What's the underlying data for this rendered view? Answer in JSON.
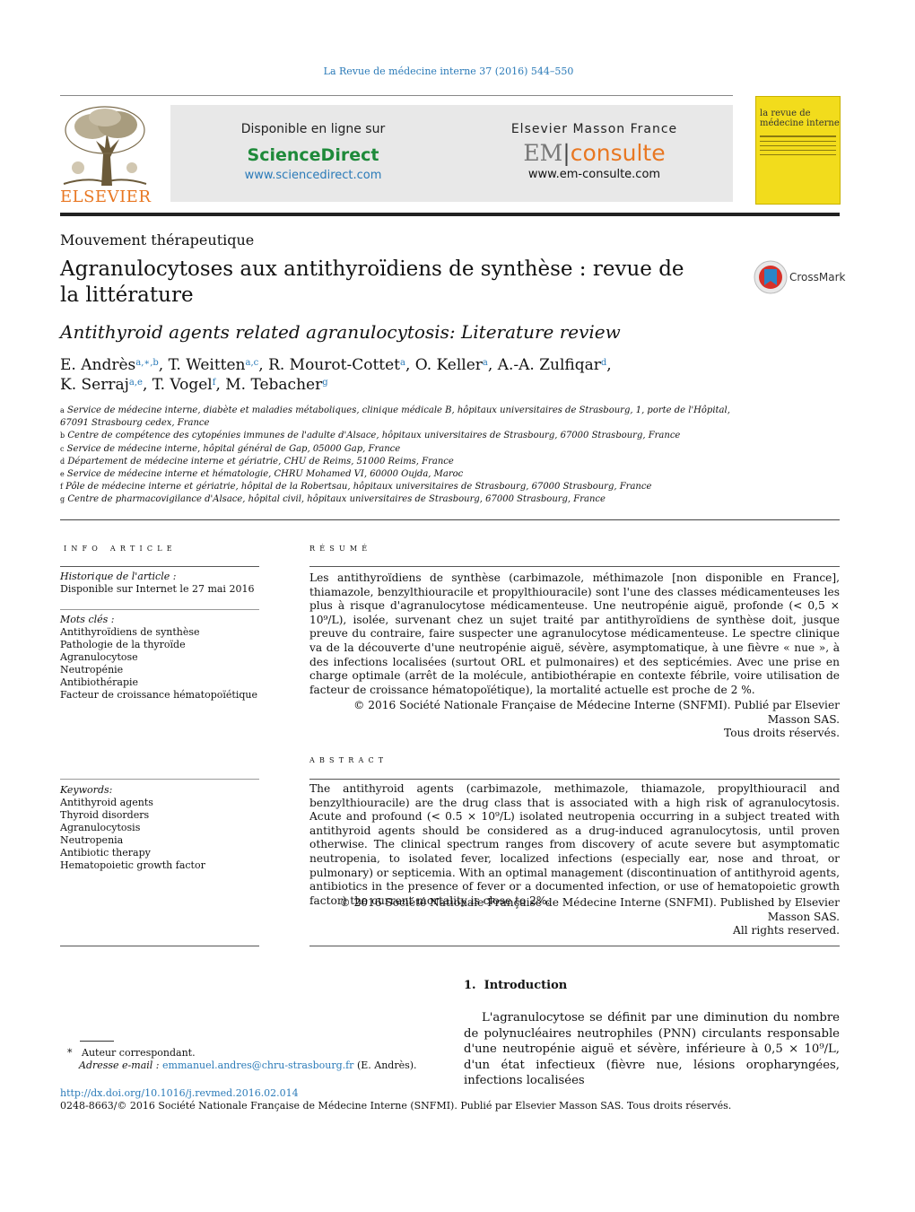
{
  "journal_ref": "La Revue de médecine interne 37 (2016) 544–550",
  "banner": {
    "left_line1": "Disponible en ligne sur",
    "left_brand": "ScienceDirect",
    "left_url": "www.sciencedirect.com",
    "right_line1": "Elsevier Masson France",
    "right_brand_a": "EM",
    "right_brand_b": "consulte",
    "right_url": "www.em-consulte.com"
  },
  "publisher_logo": "ELSEVIER",
  "cover": {
    "line1": "la revue de",
    "line2": "médecine interne"
  },
  "crossmark": "CrossMark",
  "section_type": "Mouvement thérapeutique",
  "title": "Agranulocytoses aux antithyroïdiens de synthèse : revue de la littérature",
  "subtitle": "Antithyroid agents related agranulocytosis: Literature review",
  "authors": [
    {
      "name": "E. Andrès",
      "sup": "a,∗,b"
    },
    {
      "name": "T. Weitten",
      "sup": "a,c"
    },
    {
      "name": "R. Mourot-Cottet",
      "sup": "a"
    },
    {
      "name": "O. Keller",
      "sup": "a"
    },
    {
      "name": "A.-A. Zulfiqar",
      "sup": "d"
    },
    {
      "name": "K. Serraj",
      "sup": "a,e"
    },
    {
      "name": "T. Vogel",
      "sup": "f"
    },
    {
      "name": "M. Tebacher",
      "sup": "g"
    }
  ],
  "affiliations": [
    {
      "key": "a",
      "text": "Service de médecine interne, diabète et maladies métaboliques, clinique médicale B, hôpitaux universitaires de Strasbourg, 1, porte de l'Hôpital,"
    },
    {
      "key": "",
      "text": "67091 Strasbourg cedex, France"
    },
    {
      "key": "b",
      "text": "Centre de compétence des cytopénies immunes de l'adulte d'Alsace, hôpitaux universitaires de Strasbourg, 67000 Strasbourg, France"
    },
    {
      "key": "c",
      "text": "Service de médecine interne, hôpital général de Gap, 05000 Gap, France"
    },
    {
      "key": "d",
      "text": "Département de médecine interne et gériatrie, CHU de Reims, 51000 Reims, France"
    },
    {
      "key": "e",
      "text": "Service de médecine interne et hématologie, CHRU Mohamed VI, 60000 Oujda, Maroc"
    },
    {
      "key": "f",
      "text": "Pôle de médecine interne et gériatrie, hôpital de la Robertsau, hôpitaux universitaires de Strasbourg, 67000 Strasbourg, France"
    },
    {
      "key": "g",
      "text": "Centre de pharmacovigilance d'Alsace, hôpital civil, hôpitaux universitaires de Strasbourg, 67000 Strasbourg, France"
    }
  ],
  "info": {
    "heading": "info article",
    "history_label": "Historique de l'article :",
    "history_value": "Disponible sur Internet le 27 mai 2016",
    "keywords_fr_label": "Mots clés :",
    "keywords_fr": [
      "Antithyroïdiens de synthèse",
      "Pathologie de la thyroïde",
      "Agranulocytose",
      "Neutropénie",
      "Antibiothérapie",
      "Facteur de croissance hématopoïétique"
    ],
    "keywords_en_label": "Keywords:",
    "keywords_en": [
      "Antithyroid agents",
      "Thyroid disorders",
      "Agranulocytosis",
      "Neutropenia",
      "Antibiotic therapy",
      "Hematopoietic growth factor"
    ]
  },
  "resume": {
    "heading": "résumé",
    "text": "Les antithyroïdiens de synthèse (carbimazole, méthimazole [non disponible en France], thiamazole, benzylthiouracile et propylthiouracile) sont l'une des classes médicamenteuses les plus à risque d'agranulocytose médicamenteuse. Une neutropénie aiguë, profonde (< 0,5 × 10⁹/L), isolée, survenant chez un sujet traité par antithyroïdiens de synthèse doit, jusque preuve du contraire, faire suspecter une agranulocytose médicamenteuse. Le spectre clinique va de la découverte d'une neutropénie aiguë, sévère, asymptomatique, à une fièvre « nue », à des infections localisées (surtout ORL et pulmonaires) et des septicémies. Avec une prise en charge optimale (arrêt de la molécule, antibiothérapie en contexte fébrile, voire utilisation de facteur de croissance hématopoïétique), la mortalité actuelle est proche de 2 %.",
    "copyright_1": "© 2016 Société Nationale Française de Médecine Interne (SNFMI). Publié par Elsevier Masson SAS.",
    "copyright_2": "Tous droits réservés."
  },
  "abstract": {
    "heading": "abstract",
    "text": "The antithyroid agents (carbimazole, methimazole, thiamazole, propylthiouracil and benzylthiouracile) are the drug class that is associated with a high risk of agranulocytosis. Acute and profound (< 0.5 × 10⁹/L) isolated neutropenia occurring in a subject treated with antithyroid agents should be considered as a drug-induced agranulocytosis, until proven otherwise. The clinical spectrum ranges from discovery of acute severe but asymptomatic neutropenia, to isolated fever, localized infections (especially ear, nose and throat, or pulmonary) or septicemia. With an optimal management (discontinuation of antithyroid agents, antibiotics in the presence of fever or a documented infection, or use of hematopoietic growth factor) the current mortality is close to 2%.",
    "copyright_1": "© 2016 Société Nationale Française de Médecine Interne (SNFMI). Published by Elsevier Masson SAS.",
    "copyright_2": "All rights reserved."
  },
  "intro": {
    "heading_num": "1.",
    "heading": "Introduction",
    "text": "L'agranulocytose se définit par une diminution du nombre de polynucléaires neutrophiles (PNN) circulants responsable d'une neutropénie aiguë et sévère, inférieure à 0,5 × 10⁹/L, d'un état infectieux (fièvre nue, lésions oropharyngées, infections localisées"
  },
  "footnote": {
    "star": "*",
    "corresponding": "Auteur correspondant.",
    "email_label": "Adresse e-mail :",
    "email": "emmanuel.andres@chru-strasbourg.fr",
    "email_suffix": "(E. Andrès)."
  },
  "doi": "http://dx.doi.org/10.1016/j.revmed.2016.02.014",
  "issn_line": "0248-8663/© 2016 Société Nationale Française de Médecine Interne (SNFMI). Publié par Elsevier Masson SAS. Tous droits réservés."
}
